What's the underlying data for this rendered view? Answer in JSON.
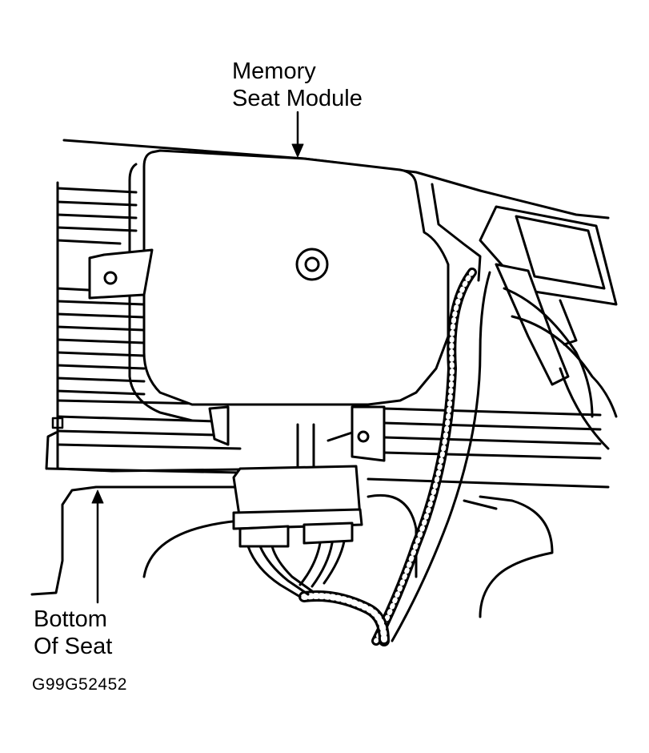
{
  "callouts": {
    "memory_seat_module": {
      "line1": "Memory",
      "line2": "Seat Module"
    },
    "bottom_of_seat": {
      "line1": "Bottom",
      "line2": "Of Seat"
    }
  },
  "figure_id": "G99G52452",
  "colors": {
    "ink": "#000000",
    "paper": "#ffffff"
  }
}
